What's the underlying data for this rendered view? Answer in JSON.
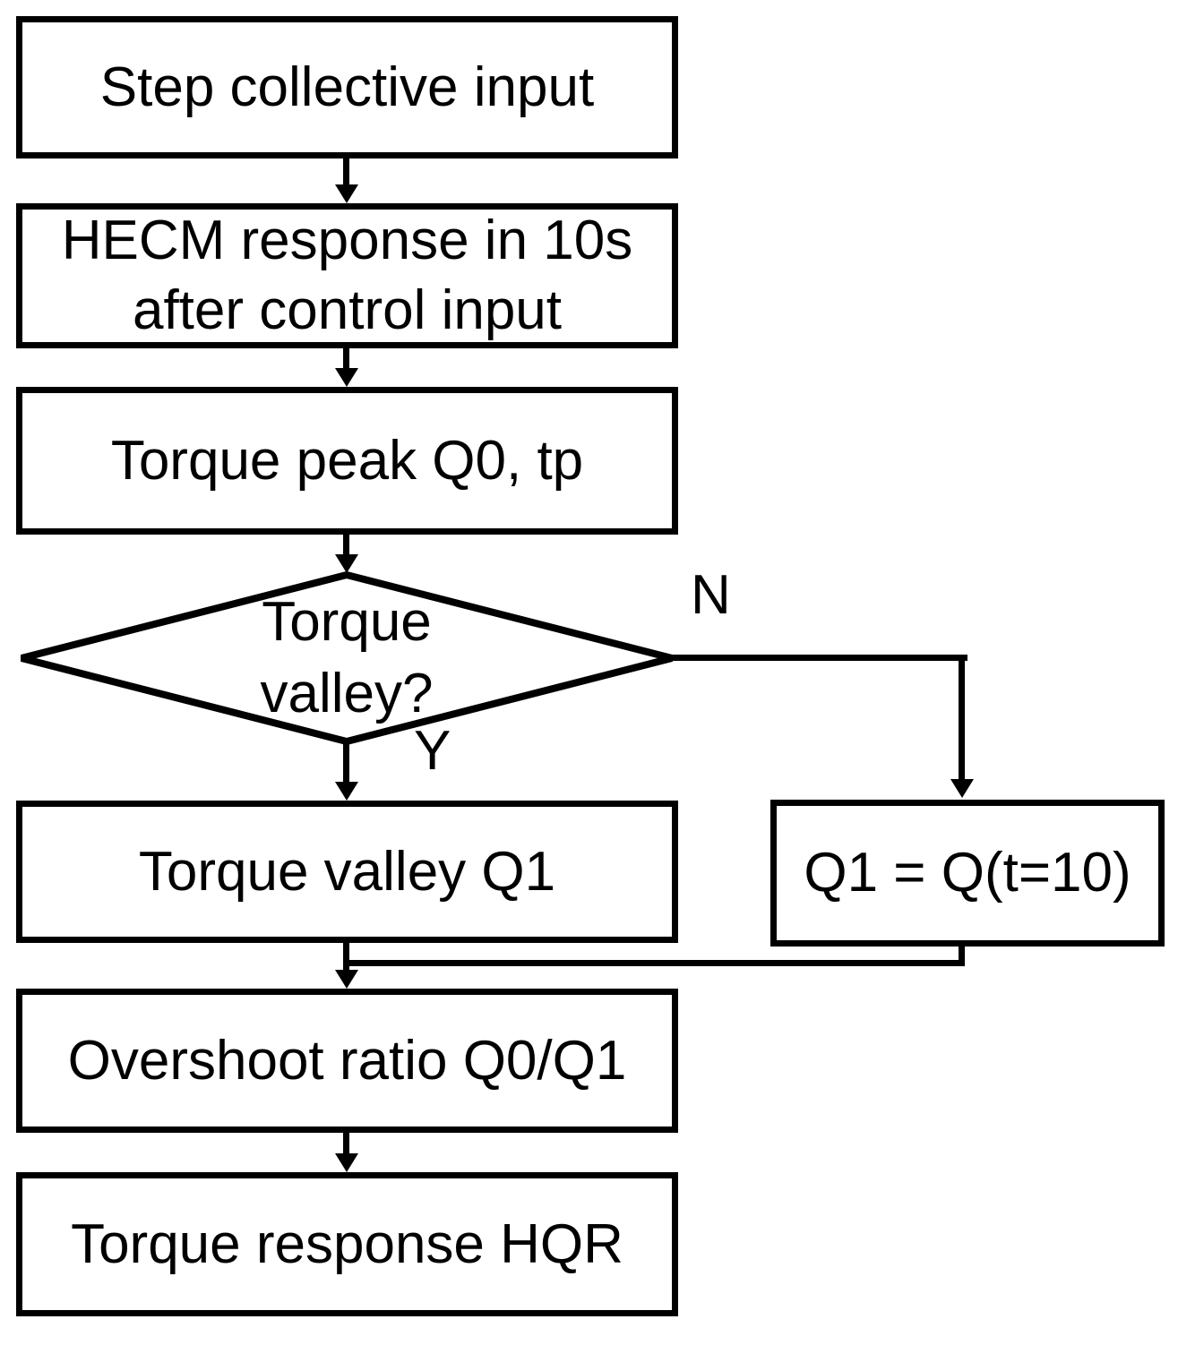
{
  "diagram": {
    "type": "flowchart",
    "colors": {
      "line": "#000000",
      "background": "#ffffff",
      "text": "#000000"
    },
    "nodes": {
      "step_input": {
        "label": "Step collective input"
      },
      "hecm_response": {
        "lines": [
          "HECM response in 10s",
          "after control input"
        ]
      },
      "torque_peak": {
        "label": "Torque peak Q0, tp"
      },
      "valley_decision": {
        "lines": [
          "Torque",
          "valley?"
        ]
      },
      "torque_valley": {
        "label": "Torque valley Q1"
      },
      "q1_at_t10": {
        "label": "Q1 = Q(t=10)"
      },
      "overshoot_ratio": {
        "label": "Overshoot ratio Q0/Q1"
      },
      "torque_hqr": {
        "label": "Torque response HQR"
      }
    },
    "edges": {
      "no_label": "N",
      "yes_label": "Y"
    }
  }
}
